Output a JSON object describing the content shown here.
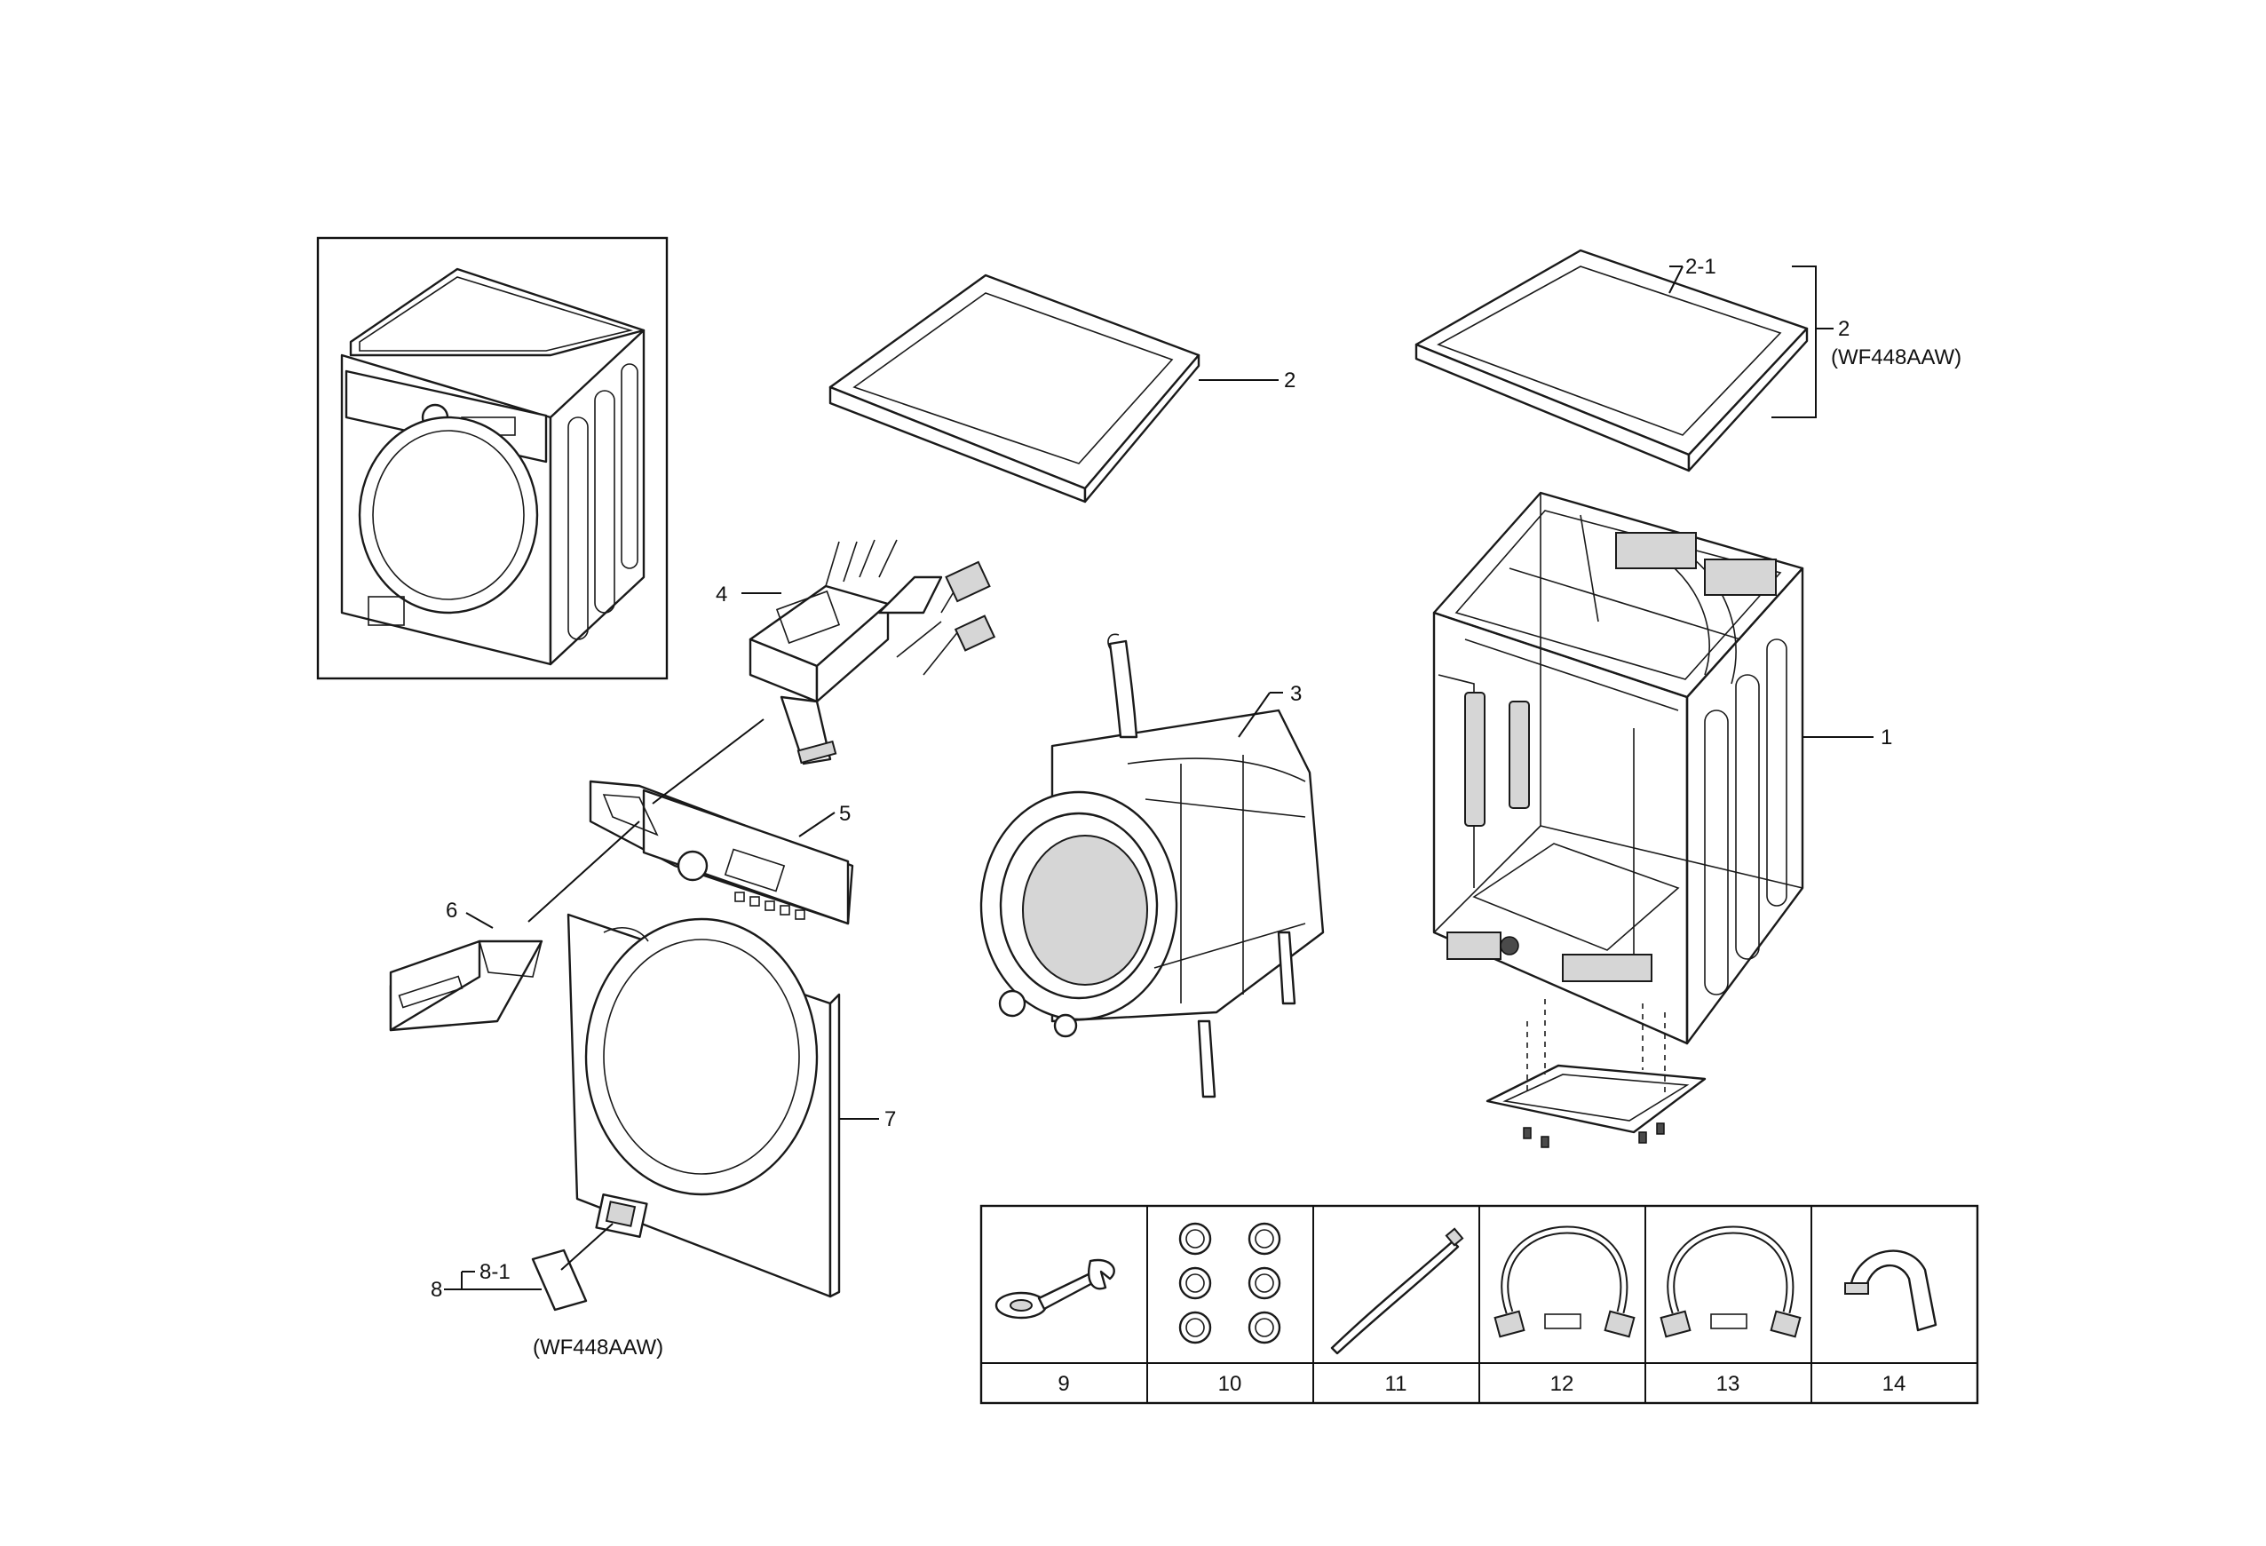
{
  "callouts": {
    "c1": "1",
    "c2": "2",
    "c2_1": "2-1",
    "c2_model": "2",
    "model_top": "(WF448AAW)",
    "c3": "3",
    "c4": "4",
    "c5": "5",
    "c6": "6",
    "c7": "7",
    "c8": "8",
    "c8_1": "8-1",
    "model_bottom": "(WF448AAW)"
  },
  "accessories": {
    "items": [
      {
        "number": "9",
        "icon": "wrench-icon"
      },
      {
        "number": "10",
        "icon": "caps-icon"
      },
      {
        "number": "11",
        "icon": "cable-tie-icon"
      },
      {
        "number": "12",
        "icon": "hose-icon"
      },
      {
        "number": "13",
        "icon": "hose-icon"
      },
      {
        "number": "14",
        "icon": "hose-guide-icon"
      }
    ]
  }
}
